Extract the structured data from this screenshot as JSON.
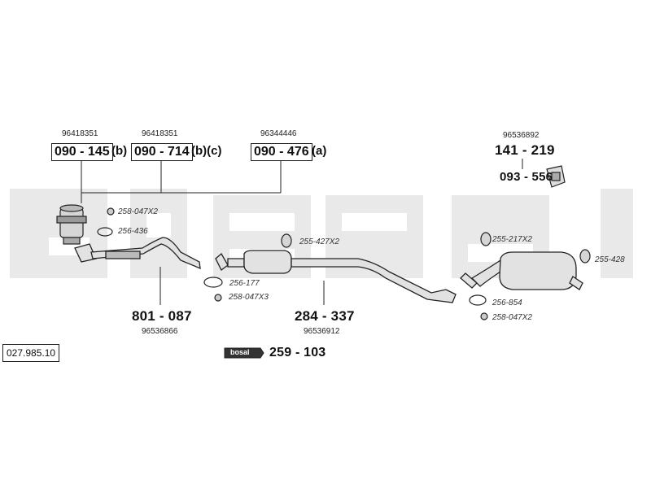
{
  "reference": "027.985.10",
  "brand_logo": "bosal",
  "colors": {
    "watermark": "#e8e8e8",
    "line": "#222222",
    "part_fill": "#d6d6d6"
  },
  "front_parts": [
    {
      "oem": "96418351",
      "code": "090 - 145",
      "suffix": "(b)"
    },
    {
      "oem": "96418351",
      "code": "090 - 714",
      "suffix": "(b)(c)"
    },
    {
      "oem": "96344446",
      "code": "090 - 476",
      "suffix": "(a)"
    }
  ],
  "rear_part": {
    "oem": "96536892",
    "code": "141 - 219",
    "sub_code": "093 - 556"
  },
  "small_parts": {
    "p1": "258-047X2",
    "p2": "256-436",
    "p3": "255-427X2",
    "p4": "255-217X2",
    "p5": "255-428",
    "p6": "256-177",
    "p7": "258-047X3",
    "p8": "256-854",
    "p9": "258-047X2"
  },
  "main_parts": [
    {
      "code": "801 - 087",
      "oem": "96536866"
    },
    {
      "code": "284 - 337",
      "oem": "96536912"
    }
  ],
  "kit": {
    "code": "259 - 103"
  }
}
